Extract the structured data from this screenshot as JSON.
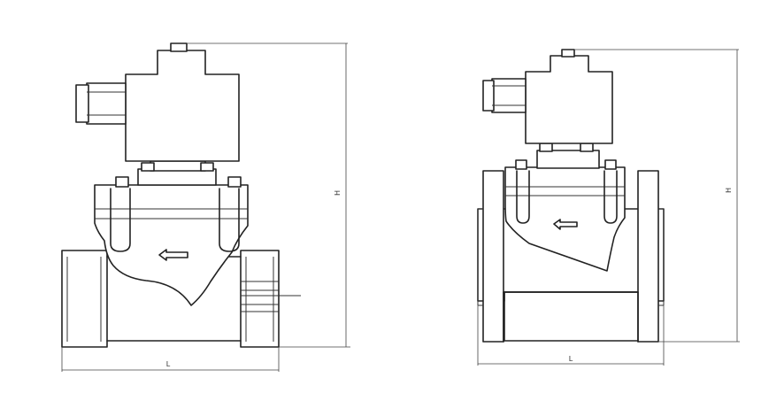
{
  "drawings": [
    {
      "variant": "threaded",
      "dim_labels": {
        "height": "H",
        "length": "L"
      }
    },
    {
      "variant": "flanged",
      "dim_labels": {
        "height": "H",
        "length": "L"
      }
    }
  ]
}
